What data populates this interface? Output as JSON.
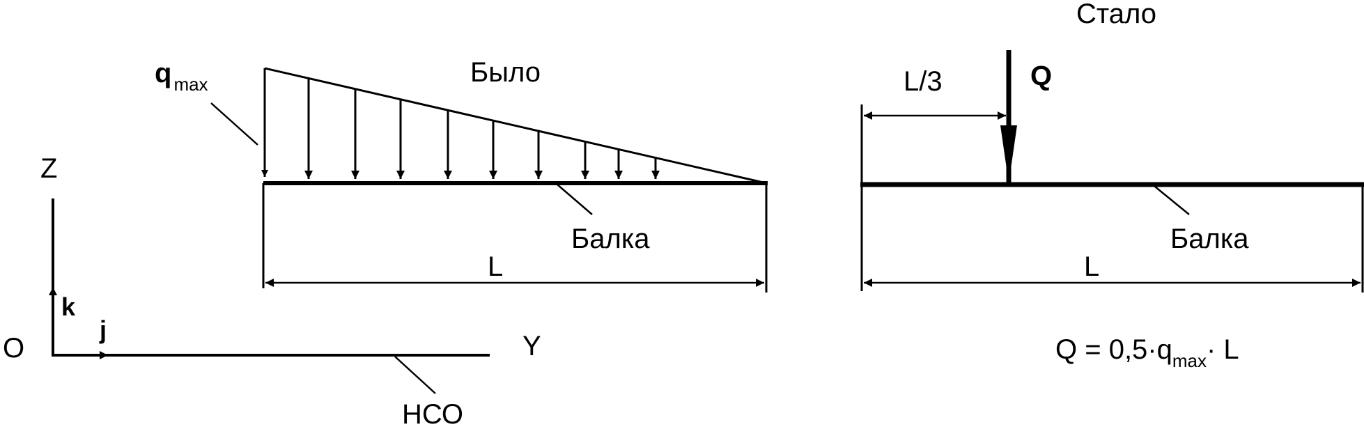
{
  "coordinate_system": {
    "origin_label": "O",
    "z_label": "Z",
    "y_label": "Y",
    "k_label": "k",
    "j_label": "j",
    "frame_label": "НСО"
  },
  "before": {
    "title": "Было",
    "load_label": "q",
    "load_subscript": "max",
    "beam_label": "Балка",
    "length_label": "L"
  },
  "after": {
    "title": "Стало",
    "force_label": "Q",
    "offset_label": "L/3",
    "beam_label": "Балка",
    "length_label": "L",
    "formula": {
      "prefix": "Q = 0,5·q",
      "subscript": "max",
      "suffix": "· L"
    }
  },
  "colors": {
    "ink": "#000000",
    "background": "#ffffff"
  }
}
